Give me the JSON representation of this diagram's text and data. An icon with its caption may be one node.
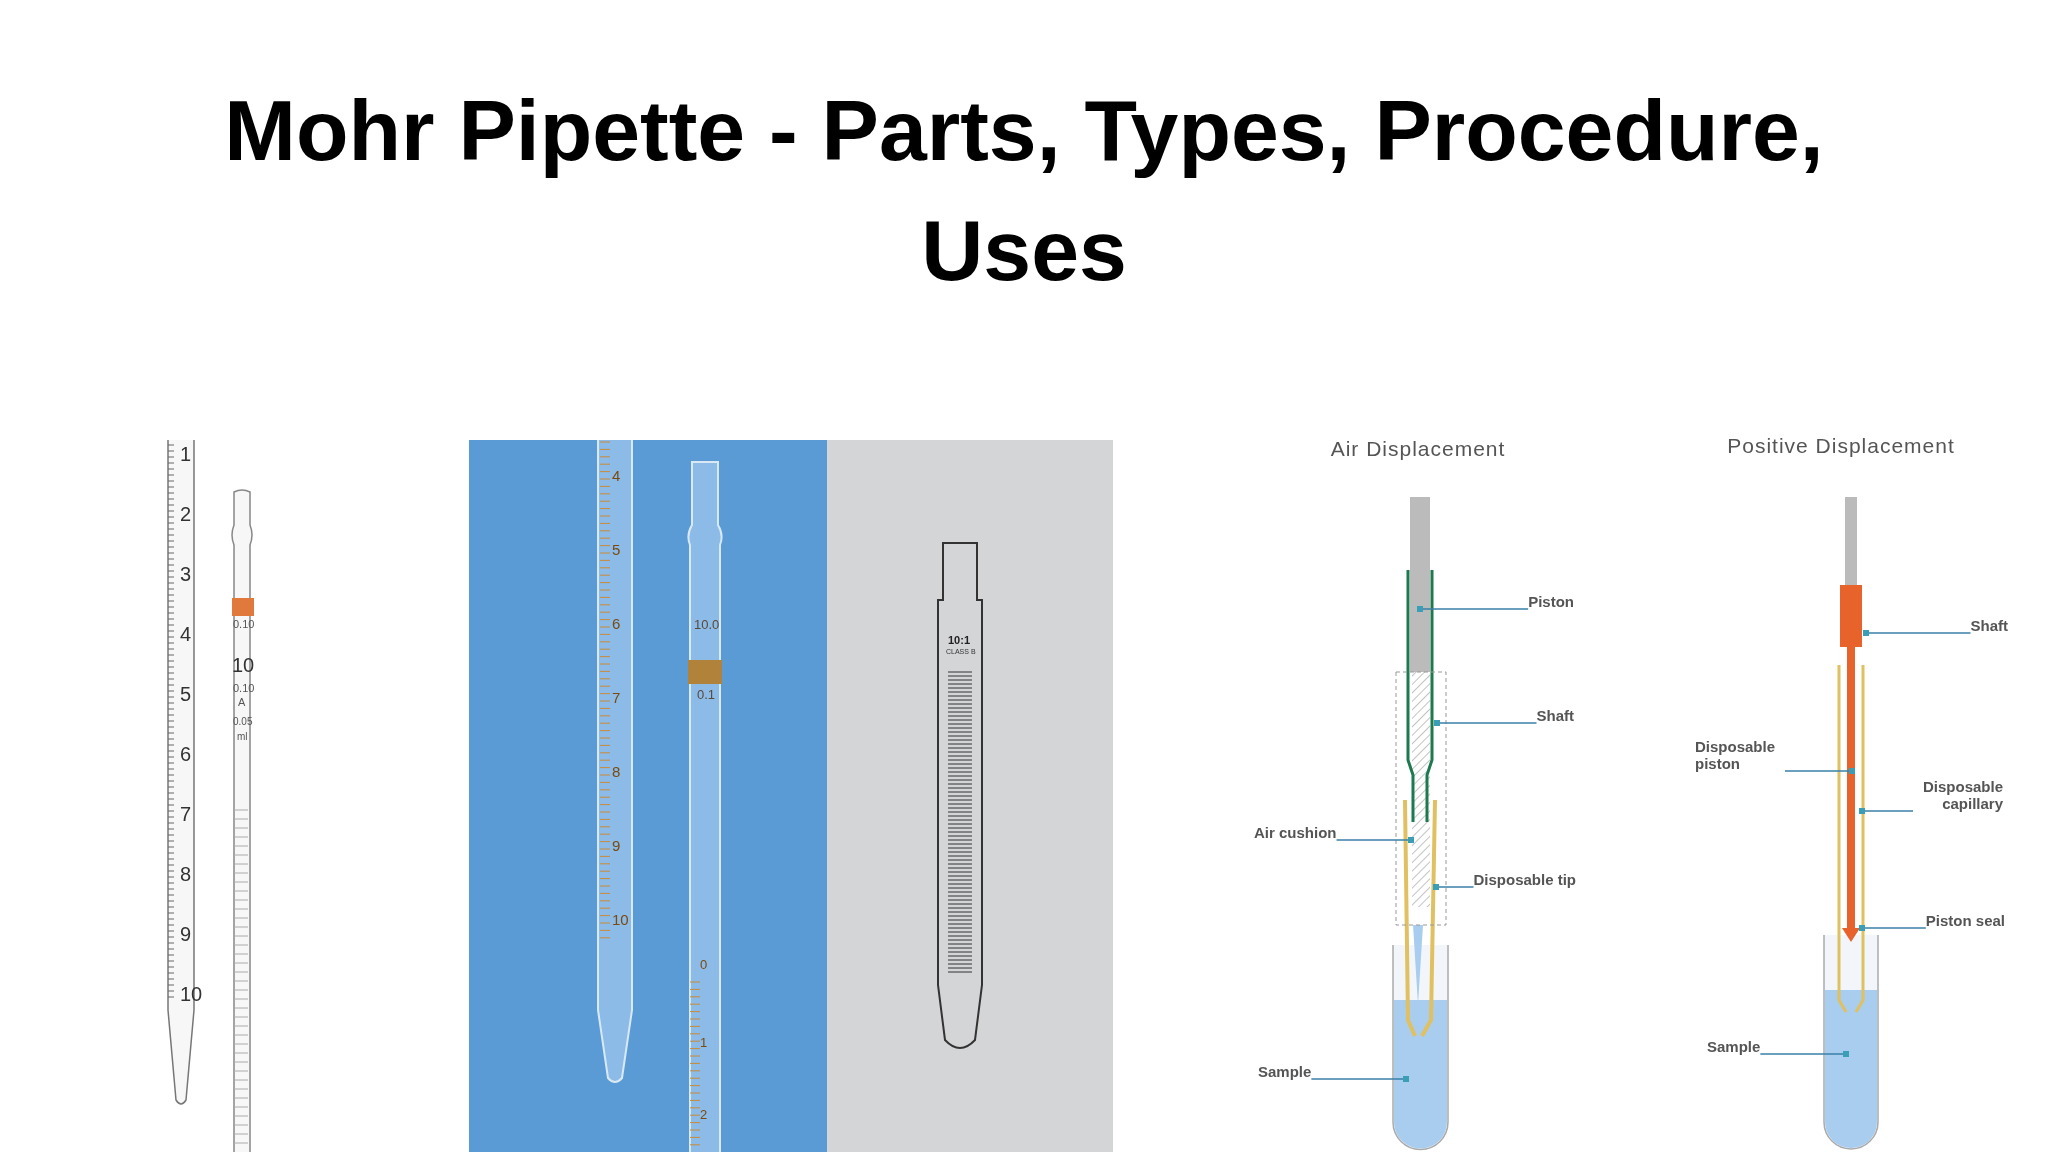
{
  "diagram": {
    "title": "Mohr Pipette - Parts, Types, Procedure, Uses",
    "nodes": [
      {
        "text": [
          "Air Displacement"
        ]
      },
      {
        "text": [
          "Piston"
        ],
        "in": 0
      },
      {
        "text": [
          "Shaft"
        ],
        "in": 0
      },
      {
        "text": [
          "Air cushion"
        ],
        "in": 0
      },
      {
        "text": [
          "Disposable tip"
        ],
        "in": 0
      },
      {
        "text": [
          "Sample"
        ],
        "in": 0
      },
      {
        "text": [
          "Positive Displacement"
        ]
      },
      {
        "text": [
          "Shaft"
        ],
        "in": 6
      },
      {
        "text": [
          "Disposable piston"
        ],
        "in": 6
      },
      {
        "text": [
          "Disposable capillary"
        ],
        "in": 6
      },
      {
        "text": [
          "Piston seal"
        ],
        "in": 6
      },
      {
        "text": [
          "Sample"
        ],
        "in": 6
      }
    ],
    "edges": [
      {
        "from": 1,
        "to": null,
        "arrow": "other"
      },
      {
        "from": 2,
        "to": null,
        "arrow": "other"
      },
      {
        "from": 3,
        "to": null,
        "arrow": "other"
      },
      {
        "from": 4,
        "to": null,
        "arrow": "other"
      },
      {
        "from": 5,
        "to": null,
        "arrow": "other"
      },
      {
        "from": 7,
        "to": null,
        "arrow": "other"
      },
      {
        "from": 8,
        "to": null,
        "arrow": "other"
      },
      {
        "from": 9,
        "to": null,
        "arrow": "other"
      },
      {
        "from": 10,
        "to": null,
        "arrow": "other"
      },
      {
        "from": 11,
        "to": null,
        "arrow": "other"
      }
    ],
    "labels": [
      "1",
      "2",
      "3",
      "4",
      "5",
      "6",
      "7",
      "8",
      "9",
      "10",
      "0.10",
      "10",
      "0.10",
      "A",
      "0.05",
      "ml",
      "4",
      "5",
      "6",
      "7",
      "8",
      "9",
      "10",
      "10.0",
      "0.1",
      "0",
      "1",
      "2",
      "10:1",
      "CLASS B"
    ]
  }
}
